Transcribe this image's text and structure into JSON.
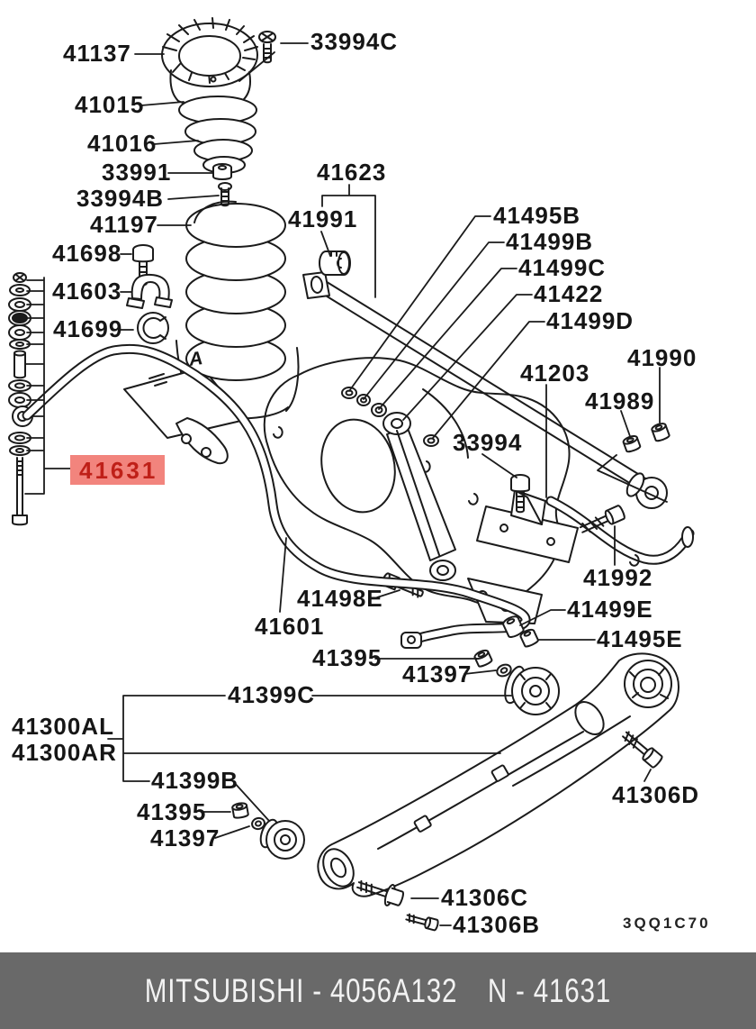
{
  "diagram": {
    "view_marker": "A",
    "drawing_code": "3QQ1C70",
    "highlighted_part": "41631",
    "highlight_colors": {
      "background": "#f2847d",
      "text": "#bf2018"
    },
    "line_color": "#1b1b1b",
    "labels": {
      "p41137": "41137",
      "p33994C": "33994C",
      "p41015": "41015",
      "p41016": "41016",
      "p33991": "33991",
      "p33994B": "33994B",
      "p41197": "41197",
      "p41698": "41698",
      "p41623": "41623",
      "p41991": "41991",
      "p41603": "41603",
      "p41699": "41699",
      "p41495B": "41495B",
      "p41499B": "41499B",
      "p41499C": "41499C",
      "p41422": "41422",
      "p41499D": "41499D",
      "p41990": "41990",
      "p41203": "41203",
      "p41989": "41989",
      "p33994": "33994",
      "p41631": "41631",
      "p41992": "41992",
      "p41498E": "41498E",
      "p41601": "41601",
      "p41499E": "41499E",
      "p41495E": "41495E",
      "p41395_upper": "41395",
      "p41397_upper": "41397",
      "p41399C": "41399C",
      "p41300AL": "41300AL",
      "p41300AR": "41300AR",
      "p41399B": "41399B",
      "p41395_lower": "41395",
      "p41397_lower": "41397",
      "p41306D": "41306D",
      "p41306C": "41306C",
      "p41306B": "41306B"
    }
  },
  "footer": {
    "left": "MITSUBISHI - 4056A132",
    "right": "N - 41631"
  }
}
